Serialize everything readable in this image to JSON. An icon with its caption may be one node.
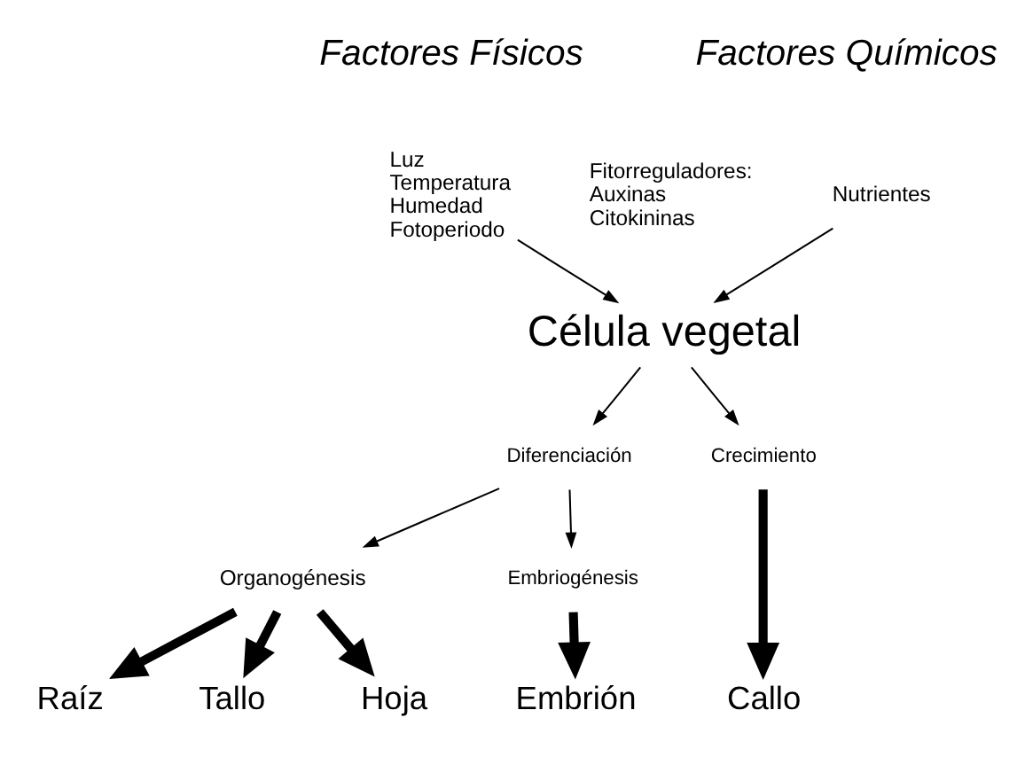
{
  "diagram": {
    "nodes": [
      {
        "text": [
          "Nutrientes"
        ]
      },
      {
        "text": [
          "Luz",
          "Temperatura",
          "Humedad",
          "Fotoperiodo"
        ]
      },
      {
        "text": [
          "Célula vegetal"
        ]
      },
      {
        "text": [
          "Diferenciación"
        ]
      },
      {
        "text": [
          "Crecimiento"
        ]
      },
      {
        "text": [
          "Organogénesis"
        ]
      },
      {
        "text": [
          "Embriogénesis"
        ]
      },
      {
        "text": [
          "Raíz"
        ]
      },
      {
        "text": [
          "Tallo"
        ]
      },
      {
        "text": [
          "Hoja"
        ]
      },
      {
        "text": [
          "Embrión"
        ]
      },
      {
        "text": [
          "Callo"
        ]
      }
    ],
    "edges": [
      {
        "from": 0,
        "to": 2,
        "arrow": "to"
      },
      {
        "from": 1,
        "to": 2,
        "arrow": "to"
      },
      {
        "from": 2,
        "to": 3,
        "arrow": "to"
      },
      {
        "from": 2,
        "to": 4,
        "arrow": "to"
      },
      {
        "from": 3,
        "to": 5,
        "arrow": "to"
      },
      {
        "from": 3,
        "to": 6,
        "arrow": "to"
      },
      {
        "from": 5,
        "to": 7,
        "arrow": "to",
        "style": "thick"
      },
      {
        "from": 5,
        "to": 8,
        "arrow": "to",
        "style": "thick"
      },
      {
        "from": 5,
        "to": 9,
        "arrow": "to",
        "style": "thick"
      },
      {
        "from": 6,
        "to": 10,
        "arrow": "to",
        "style": "thick"
      },
      {
        "from": 4,
        "to": 11,
        "arrow": "to",
        "style": "thick"
      }
    ],
    "labels": [
      "Factores Químicos",
      "Factores Físicos",
      "Fitorreguladores:",
      "Auxinas",
      "Citokininas"
    ]
  }
}
